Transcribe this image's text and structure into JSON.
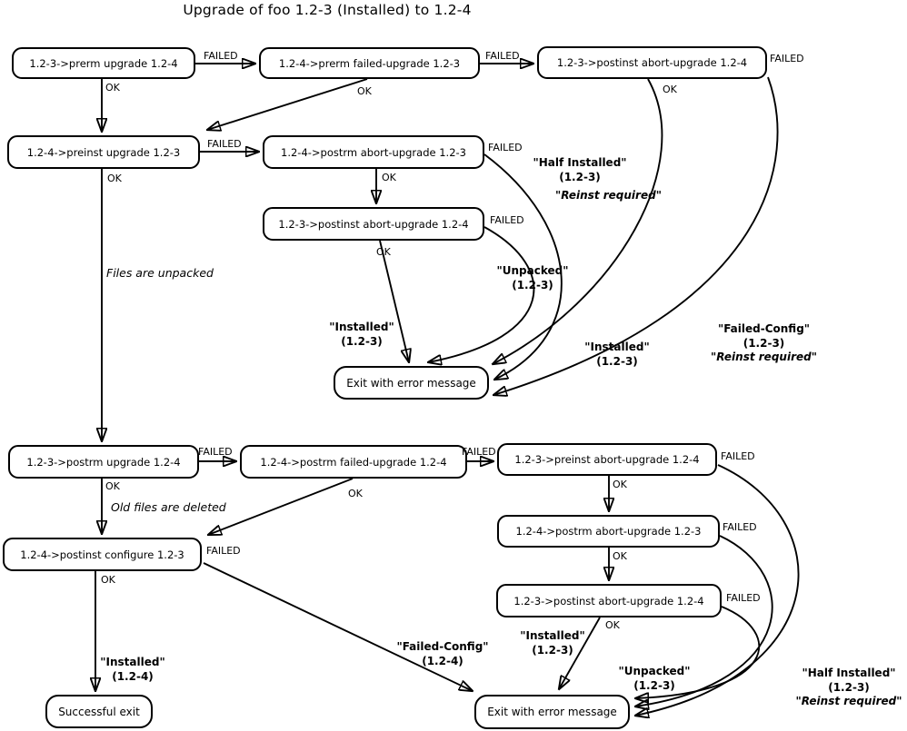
{
  "title": "Upgrade of foo 1.2-3 (Installed) to 1.2-4",
  "tokens": {
    "ok": "OK",
    "failed": "FAILED"
  },
  "nodes": {
    "prerm_upgrade": "1.2-3->prerm upgrade 1.2-4",
    "prerm_failed_upgrade": "1.2-4->prerm failed-upgrade 1.2-3",
    "postinst_abort_top": "1.2-3->postinst abort-upgrade 1.2-4",
    "preinst_upgrade": "1.2-4->preinst upgrade 1.2-3",
    "postrm_abort_mid": "1.2-4->postrm abort-upgrade 1.2-3",
    "postinst_abort_mid": "1.2-3->postinst abort-upgrade 1.2-4",
    "exit_error_mid": "Exit with error message",
    "postrm_upgrade": "1.2-3->postrm upgrade 1.2-4",
    "postrm_failed_upgrade": "1.2-4->postrm failed-upgrade 1.2-4",
    "preinst_abort": "1.2-3->preinst abort-upgrade 1.2-4",
    "postrm_abort_bottom": "1.2-4->postrm abort-upgrade 1.2-3",
    "postinst_configure": "1.2-4->postinst configure 1.2-3",
    "postinst_abort_bottom": "1.2-3->postinst abort-upgrade 1.2-4",
    "successful_exit": "Successful exit",
    "exit_error_bottom": "Exit with error message"
  },
  "states": {
    "half_installed_mid": [
      "\"Half Installed\"",
      "(1.2-3)",
      "\"Reinst required\""
    ],
    "unpacked_mid": [
      "\"Unpacked\"",
      "(1.2-3)"
    ],
    "installed_mid_left": [
      "\"Installed\"",
      "(1.2-3)"
    ],
    "installed_mid_right": [
      "\"Installed\"",
      "(1.2-3)"
    ],
    "failed_config_mid": [
      "\"Failed-Config\"",
      "(1.2-3)",
      "\"Reinst required\""
    ],
    "installed_bottom_left": [
      "\"Installed\"",
      "(1.2-4)"
    ],
    "failed_config_bottom": [
      "\"Failed-Config\"",
      "(1.2-4)"
    ],
    "installed_bottom_right": [
      "\"Installed\"",
      "(1.2-3)"
    ],
    "unpacked_bottom": [
      "\"Unpacked\"",
      "(1.2-3)"
    ],
    "half_installed_bottom": [
      "\"Half Installed\"",
      "(1.2-3)",
      "\"Reinst required\""
    ]
  },
  "notes": {
    "files_unpacked": "Files are unpacked",
    "old_files_deleted": "Old files are deleted"
  }
}
